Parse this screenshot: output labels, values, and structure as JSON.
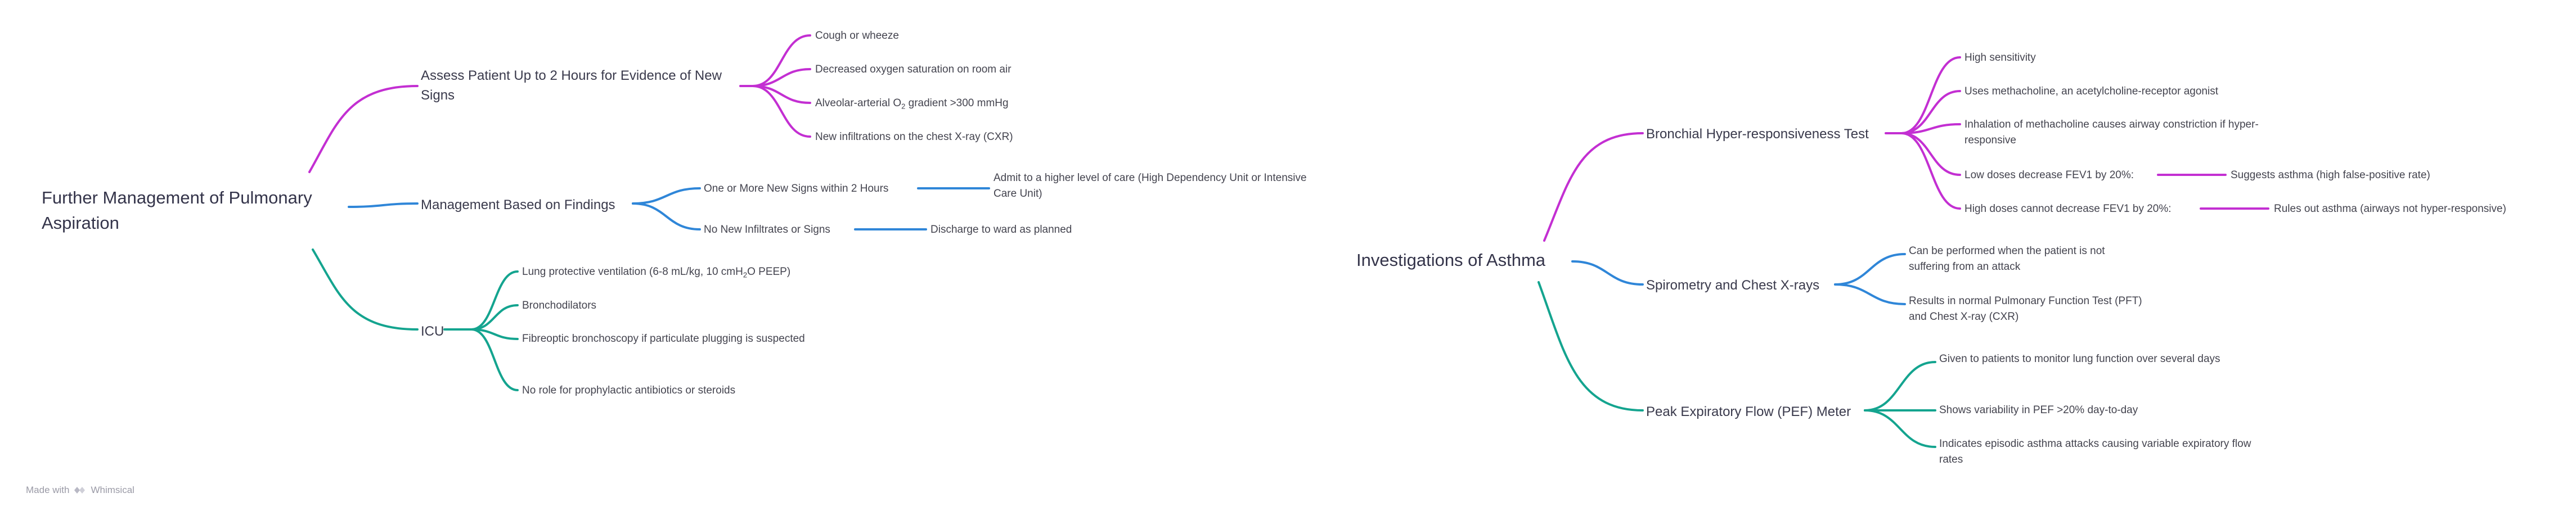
{
  "colors": {
    "purple": "#c32fd2",
    "blue": "#2f86d8",
    "teal": "#14a48f",
    "text": "#3a3a4c"
  },
  "map1": {
    "root": "Further Management of Pulmonary Aspiration",
    "assess": {
      "label": "Assess Patient Up to 2 Hours for Evidence of New Signs",
      "items": [
        "Cough or wheeze",
        "Decreased oxygen saturation on room air",
        "Alveolar-arterial O₂ gradient >300 mmHg",
        "New infiltrations on the chest X-ray (CXR)"
      ]
    },
    "findings": {
      "label": "Management Based on Findings",
      "new_signs": "One or More New Signs within 2 Hours",
      "new_signs_action": "Admit to a higher level of care (High Dependency Unit or Intensive Care Unit)",
      "no_new": "No New Infiltrates or Signs",
      "no_new_action": "Discharge to ward as planned"
    },
    "icu": {
      "label": "ICU",
      "items": [
        "Lung protective ventilation (6-8 mL/kg, 10 cmH₂O PEEP)",
        "Bronchodilators",
        "Fibreoptic bronchoscopy if particulate plugging is suspected",
        "No role for prophylactic antibiotics or steroids"
      ]
    }
  },
  "map2": {
    "root": "Investigations of Asthma",
    "bht": {
      "label": "Bronchial Hyper-responsiveness Test",
      "items": [
        "High sensitivity",
        "Uses methacholine, an acetylcholine-receptor agonist",
        "Inhalation of methacholine causes airway constriction if hyper-responsive",
        "Low doses decrease FEV1 by 20%:",
        "High doses cannot decrease FEV1 by 20%:"
      ],
      "low_dose_result": "Suggests asthma (high false-positive rate)",
      "high_dose_result": "Rules out asthma (airways not hyper-responsive)"
    },
    "spiro": {
      "label": "Spirometry and Chest X-rays",
      "items": [
        "Can be performed when the patient is not suffering from an attack",
        "Results in normal Pulmonary Function Test (PFT) and Chest X-ray (CXR)"
      ]
    },
    "pef": {
      "label": "Peak Expiratory Flow (PEF) Meter",
      "items": [
        "Given to patients to monitor lung function over several days",
        "Shows variability in PEF >20% day-to-day",
        "Indicates episodic asthma attacks causing variable expiratory flow rates"
      ]
    }
  },
  "footer": {
    "made_with": "Made with",
    "brand": "Whimsical",
    "logo_icon": "whimsical-logo-icon"
  }
}
